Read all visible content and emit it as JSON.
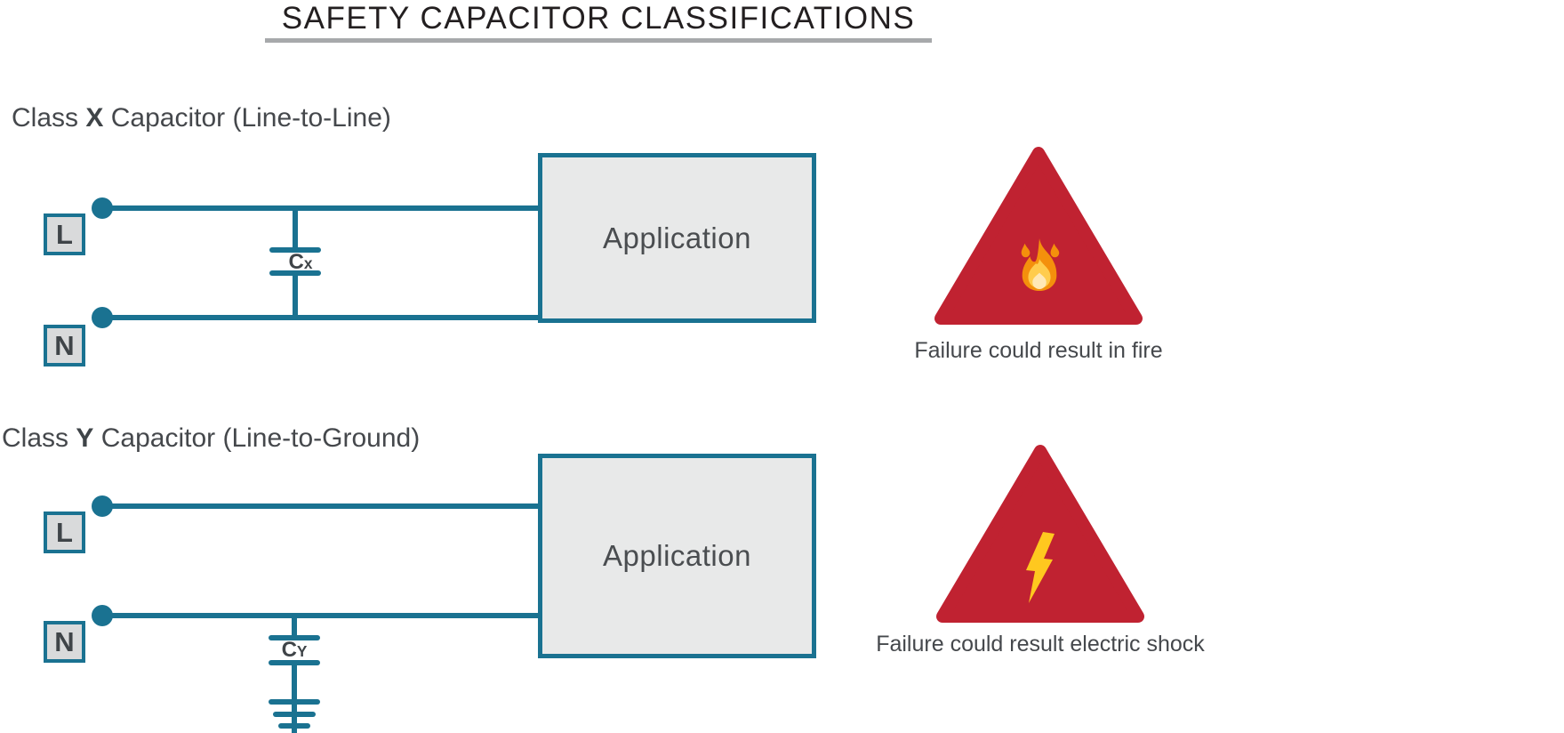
{
  "title": "SAFETY CAPACITOR CLASSIFICATIONS",
  "colors": {
    "circuit_blue": "#1A7291",
    "warning_red": "#C02231",
    "box_fill": "#E8E9E9",
    "terminal_fill": "#D9DADB",
    "text_dark": "#45484C",
    "title_dark": "#231F20",
    "underline_gray": "#A7A9AB",
    "flame_orange": "#F4900C",
    "flame_mid_yellow": "#FFCC4D",
    "flame_core": "#FFE8B6",
    "bolt_yellow": "#FFC81F"
  },
  "sections": [
    {
      "id": "class-x",
      "label_prefix": "Class",
      "label_letter": "X",
      "label_suffix": "Capacitor (Line-to-Line)",
      "terminal_live": "L",
      "terminal_neutral": "N",
      "capacitor_label": "C",
      "capacitor_sub": "x",
      "application_label": "Application",
      "warning_icon": "fire-icon",
      "warning_text": "Failure could result in fire"
    },
    {
      "id": "class-y",
      "label_prefix": "Class",
      "label_letter": "Y",
      "label_suffix": "Capacitor (Line-to-Ground)",
      "terminal_live": "L",
      "terminal_neutral": "N",
      "capacitor_label": "C",
      "capacitor_sub": "Y",
      "application_label": "Application",
      "warning_icon": "lightning-icon",
      "warning_text": "Failure could result electric shock"
    }
  ]
}
